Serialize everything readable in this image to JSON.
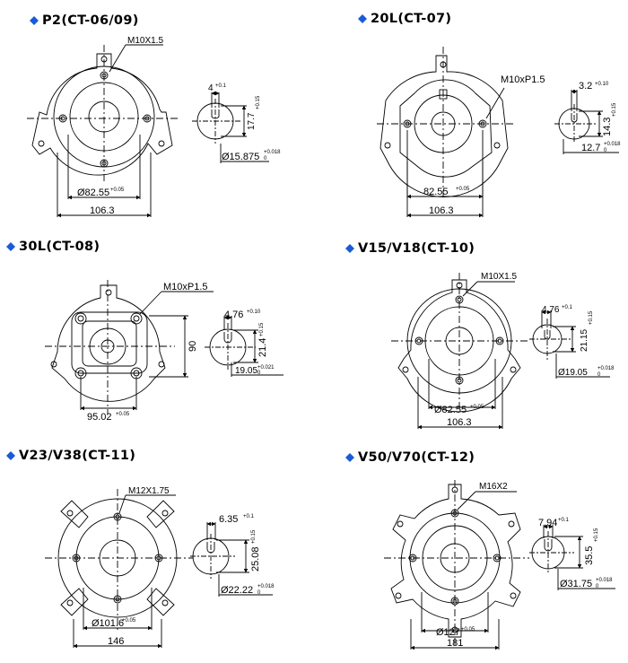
{
  "accent_color": "#1a5bd6",
  "bullet_icon": "diamond",
  "sections": [
    {
      "title": "P2(CT-06/09)",
      "thread": "M10X1.5",
      "pitch": "Ø82.55",
      "pitch_tol": "+0.05",
      "overall": "106.3",
      "key_w": "4",
      "key_w_tol": "+0.1",
      "key_h": "17.7",
      "key_h_tol": "+0.15",
      "shaft": "Ø15.875",
      "shaft_tol": "+0.018",
      "shaft_tol_low": "0"
    },
    {
      "title": "20L(CT-07)",
      "thread": "M10xP1.5",
      "pitch": "82.55",
      "pitch_tol": "+0.05",
      "overall": "106.3",
      "key_w": "3.2",
      "key_w_tol": "+0.10",
      "key_h": "14.3",
      "key_h_tol": "+0.15",
      "shaft": "12.7",
      "shaft_tol": "+0.018",
      "shaft_tol_low": "0"
    },
    {
      "title": "30L(CT-08)",
      "thread": "M10xP1.5",
      "pitch": "95.02",
      "pitch_tol": "+0.05",
      "overall": "90",
      "key_w": "4.76",
      "key_w_tol": "+0.10",
      "key_h": "21.4",
      "key_h_tol": "+0.15",
      "shaft": "19.05",
      "shaft_tol": "+0.021",
      "shaft_tol_low": "0"
    },
    {
      "title": "V15/V18(CT-10)",
      "thread": "M10X1.5",
      "pitch": "Ø82.55",
      "pitch_tol": "+0.05",
      "overall": "106.3",
      "key_w": "4.76",
      "key_w_tol": "+0.1",
      "key_h": "21.15",
      "key_h_tol": "+0.15",
      "shaft": "Ø19.05",
      "shaft_tol": "+0.018",
      "shaft_tol_low": "0"
    },
    {
      "title": "V23/V38(CT-11)",
      "thread": "M12X1.75",
      "pitch": "Ø101.6",
      "pitch_tol": "+0.05",
      "overall": "146",
      "key_w": "6.35",
      "key_w_tol": "+0.1",
      "key_h": "25.08",
      "key_h_tol": "+0.15",
      "shaft": "Ø22.22",
      "shaft_tol": "+0.018",
      "shaft_tol_low": "0"
    },
    {
      "title": "V50/V70(CT-12)",
      "thread": "M16X2",
      "pitch": "Ø127",
      "pitch_tol": "+0.05",
      "overall": "181",
      "key_w": "7.94",
      "key_w_tol": "+0.1",
      "key_h": "35.5",
      "key_h_tol": "+0.15",
      "shaft": "Ø31.75",
      "shaft_tol": "+0.018",
      "shaft_tol_low": "0"
    }
  ]
}
